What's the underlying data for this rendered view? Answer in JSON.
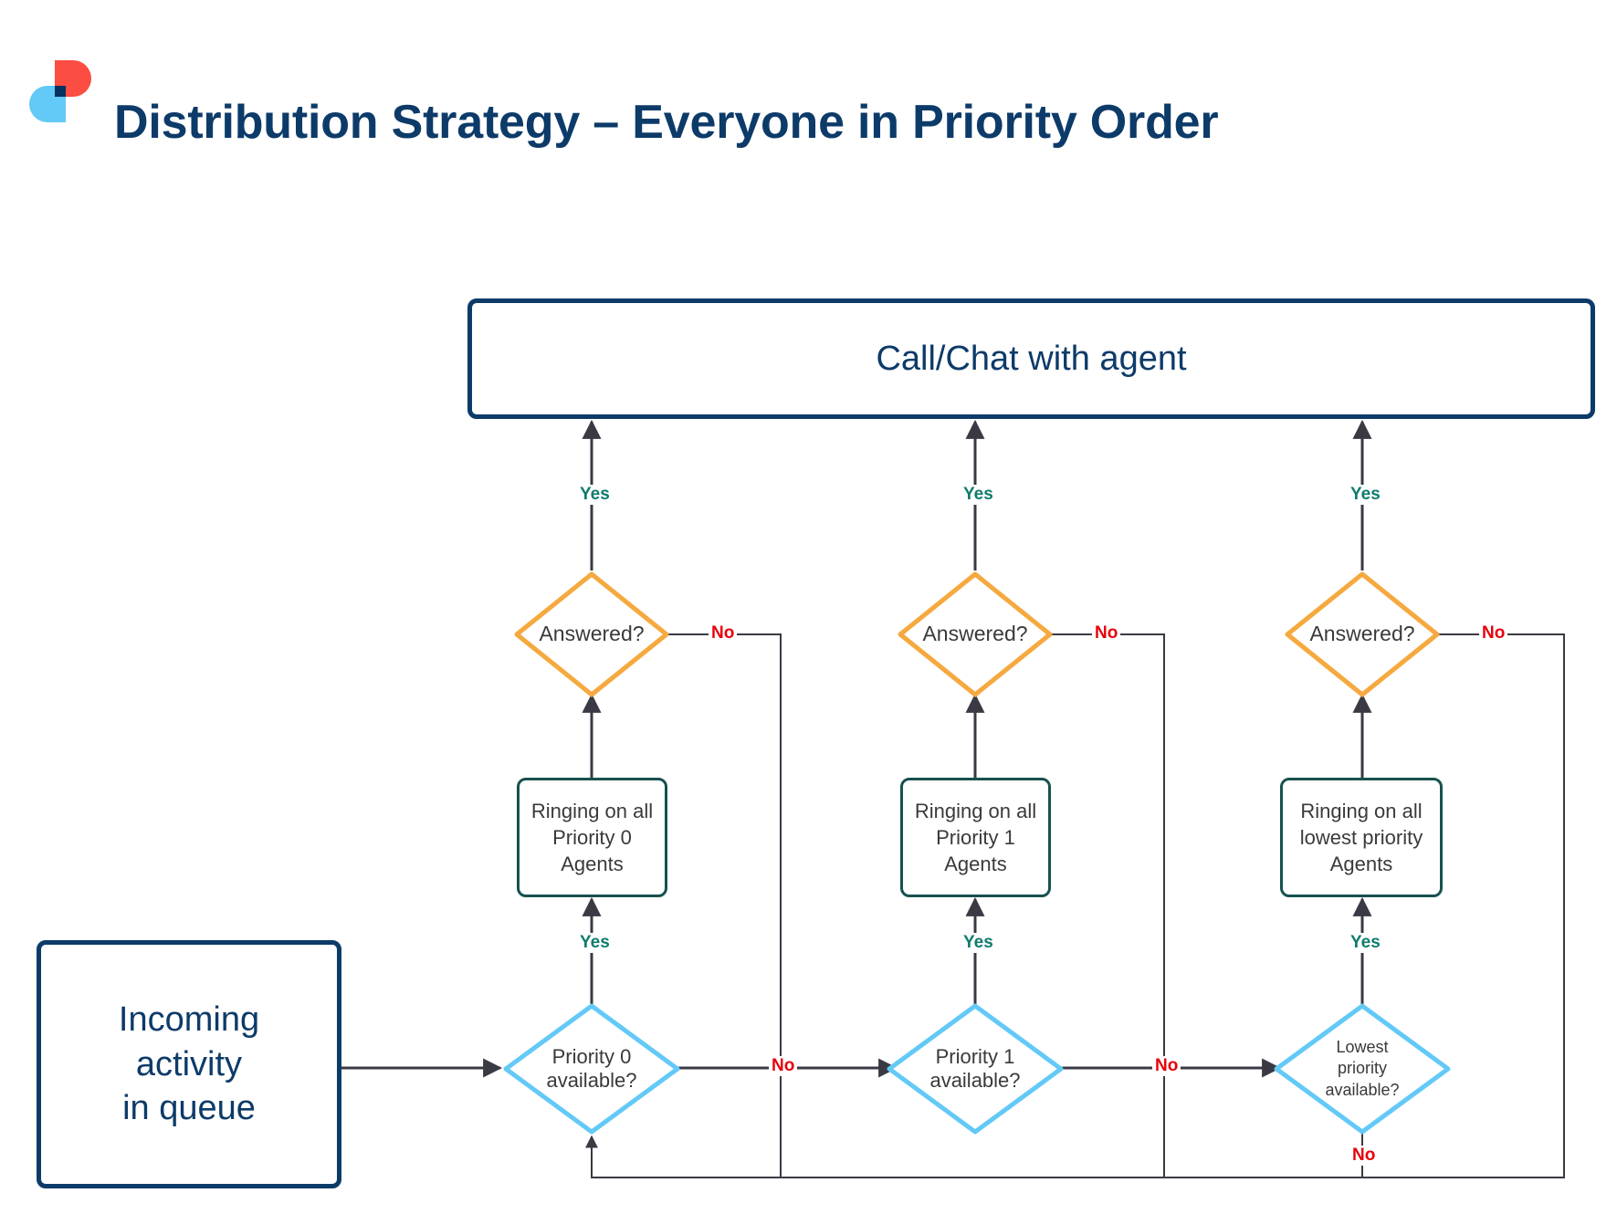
{
  "header": {
    "title": "Distribution Strategy – Everyone in Priority Order",
    "logo_name": "brand-logo",
    "logo_colors": {
      "red": "#fb4d42",
      "blue": "#63c9f7",
      "navy": "#05315e"
    }
  },
  "theme": {
    "navy": "#0d3b69",
    "green": "#17514e",
    "orange": "#f5a93f",
    "light_blue": "#63c9f7",
    "yes": "#0f7b6c",
    "no": "#e8000b",
    "wire": "#3a3a44"
  },
  "nodes": {
    "start": {
      "label": "Incoming\nactivity\nin queue",
      "line1": "Incoming",
      "line2": "activity",
      "line3": "in queue"
    },
    "terminal": {
      "label": "Call/Chat with agent"
    },
    "columns": [
      {
        "id": "priority-0",
        "available": {
          "line1": "Priority 0",
          "line2": "available?"
        },
        "ringing": {
          "line1": "Ringing on all",
          "line2": "Priority 0",
          "line3": "Agents"
        },
        "answered": {
          "label": "Answered?"
        }
      },
      {
        "id": "priority-1",
        "available": {
          "line1": "Priority 1",
          "line2": "available?"
        },
        "ringing": {
          "line1": "Ringing on all",
          "line2": "Priority 1",
          "line3": "Agents"
        },
        "answered": {
          "label": "Answered?"
        }
      },
      {
        "id": "lowest-priority",
        "available": {
          "line1": "Lowest",
          "line2": "priority",
          "line3": "available?"
        },
        "ringing": {
          "line1": "Ringing on all",
          "line2": "lowest priority",
          "line3": "Agents"
        },
        "answered": {
          "label": "Answered?"
        }
      }
    ]
  },
  "edge_labels": {
    "yes": "Yes",
    "no": "No",
    "answered_yes_0": "Yes",
    "answered_yes_1": "Yes",
    "answered_yes_2": "Yes",
    "answered_no_0": "No",
    "answered_no_1": "No",
    "answered_no_2": "No",
    "available_yes_0": "Yes",
    "available_yes_1": "Yes",
    "available_yes_2": "Yes",
    "available_no_0": "No",
    "available_no_1": "No",
    "available_no_2": "No"
  }
}
